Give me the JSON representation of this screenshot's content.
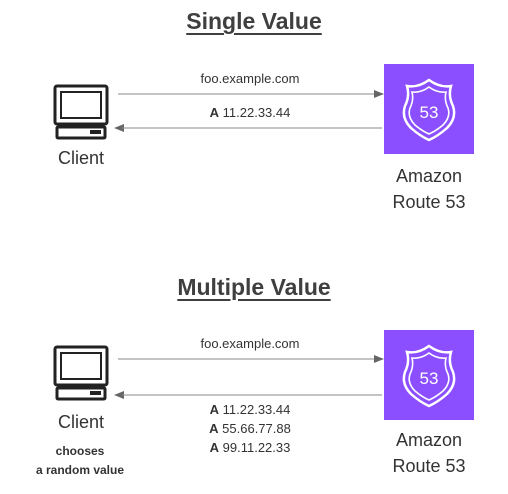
{
  "single": {
    "title": "Single Value",
    "query": "foo.example.com",
    "answers": [
      {
        "type": "A",
        "value": "11.22.33.44"
      }
    ],
    "client_label": "Client",
    "service_line1": "Amazon",
    "service_line2": "Route 53",
    "badge_number": "53"
  },
  "multiple": {
    "title": "Multiple Value",
    "query": "foo.example.com",
    "answers": [
      {
        "type": "A",
        "value": "11.22.33.44"
      },
      {
        "type": "A",
        "value": "55.66.77.88"
      },
      {
        "type": "A",
        "value": "99.11.22.33"
      }
    ],
    "client_label": "Client",
    "client_note_line1": "chooses",
    "client_note_line2": "a random value",
    "service_line1": "Amazon",
    "service_line2": "Route 53",
    "badge_number": "53"
  },
  "colors": {
    "route53": "#8c4fff",
    "arrow": "#888888",
    "text": "#333333"
  }
}
